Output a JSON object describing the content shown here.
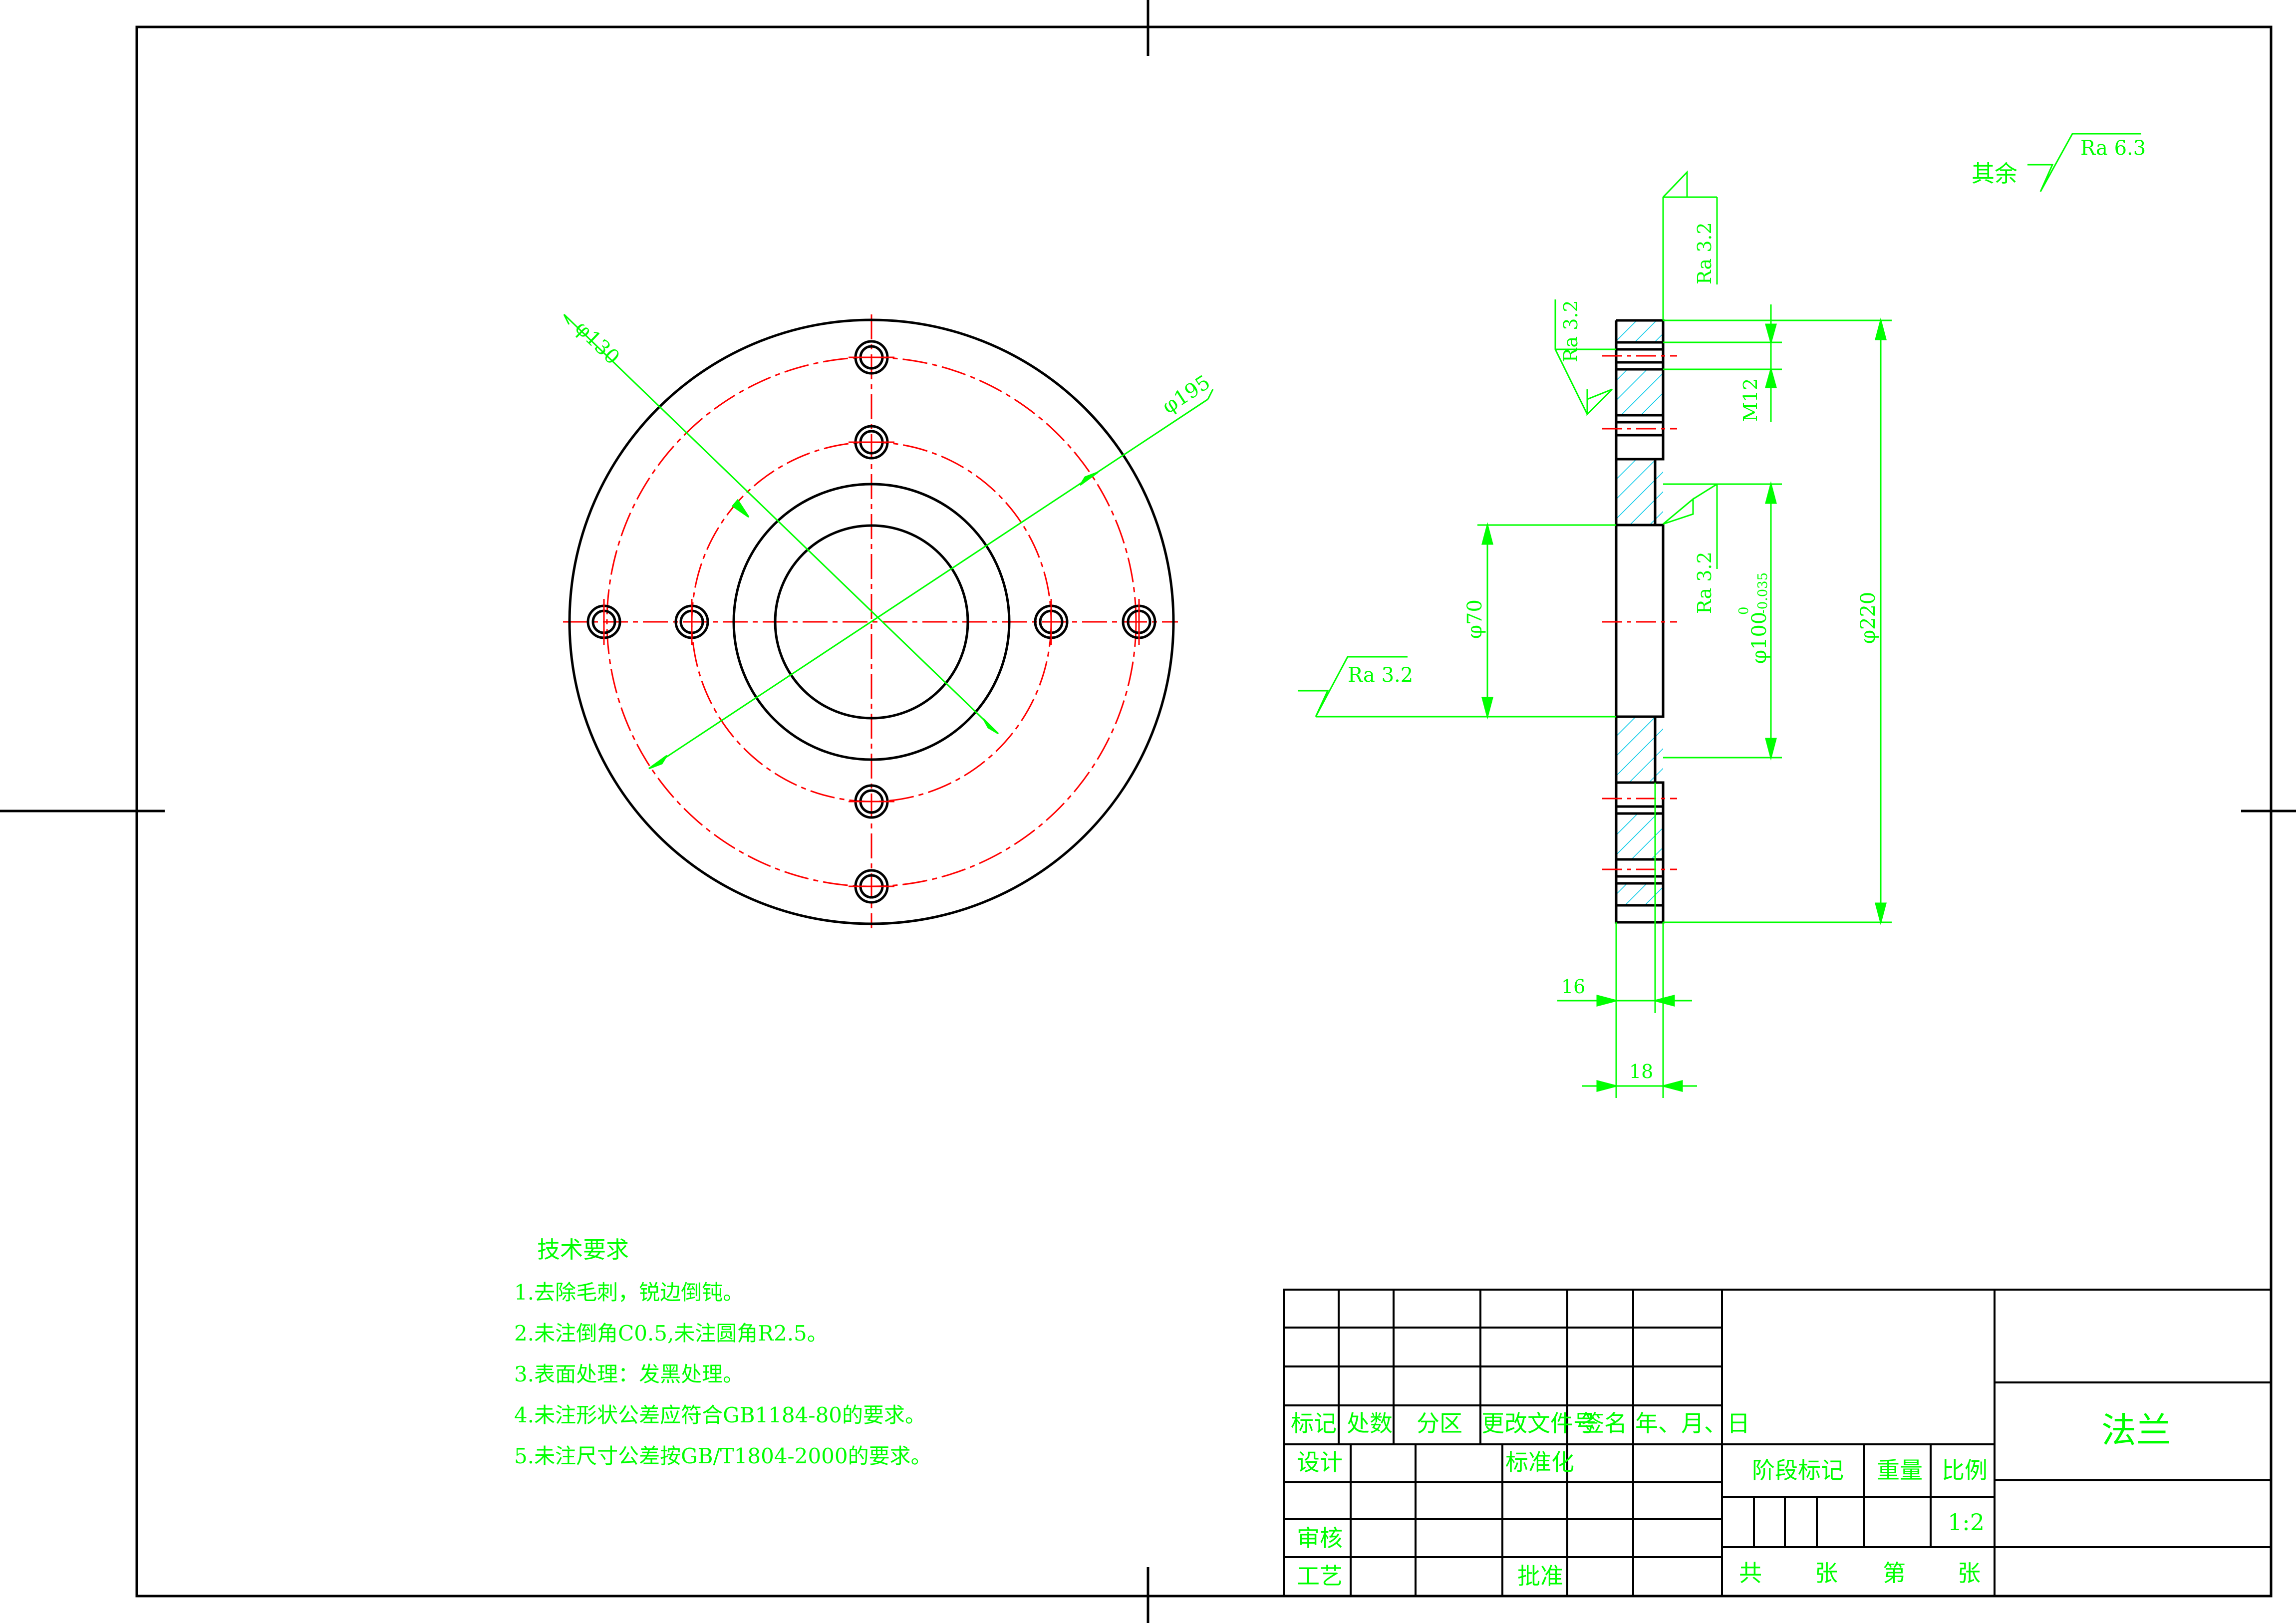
{
  "surface_finish": {
    "general_prefix": "其余",
    "general_value": "Ra 6.3",
    "face_value_a": "Ra 3.2",
    "face_value_b": "Ra 3.2",
    "face_value_c": "Ra 3.2",
    "face_value_d": "Ra 3.2"
  },
  "front_view": {
    "dim_bolt_circle_inner": "φ130",
    "dim_bolt_circle_outer": "φ195"
  },
  "section_view": {
    "dim_thread": "M12",
    "dim_bore": "φ70",
    "dim_spigot": "φ100",
    "dim_spigot_tol_upper": "0",
    "dim_spigot_tol_lower": "-0.035",
    "dim_outer": "φ220",
    "dim_thickness_a": "16",
    "dim_thickness_b": "18"
  },
  "tech_requirements": {
    "heading": "技术要求",
    "items": [
      "1.去除毛刺，锐边倒钝。",
      "2.未注倒角C0.5,未注圆角R2.5。",
      "3.表面处理：发黑处理。",
      "4.未注形状公差应符合GB1184-80的要求。",
      "5.未注尺寸公差按GB/T1804-2000的要求。"
    ]
  },
  "title_block": {
    "part_name": "法兰",
    "col_mark": "标记",
    "col_count": "处数",
    "col_zone": "分区",
    "col_doc": "更改文件号",
    "col_sign": "签名",
    "col_date": "年、月、日",
    "row_design": "设计",
    "row_standard": "标准化",
    "row_review": "审核",
    "row_process": "工艺",
    "row_approve": "批准",
    "stage_mark": "阶段标记",
    "weight": "重量",
    "scale_label": "比例",
    "scale_value": "1:2",
    "total_label": "共",
    "sheet_label": "张",
    "nth_label": "第",
    "sheet_label2": "张"
  },
  "colors": {
    "outline": "#000000",
    "dimension": "#00ff00",
    "centerline": "#ff0000",
    "hatch": "#00c8e8"
  }
}
